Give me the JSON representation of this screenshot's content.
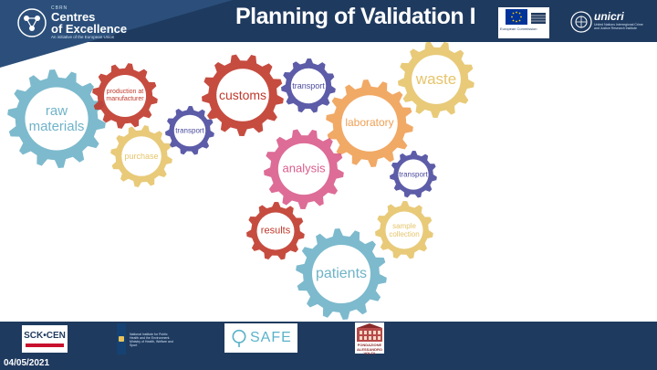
{
  "slide": {
    "title": "Planning of Validation I",
    "date": "04/05/2021"
  },
  "header": {
    "coe_logo": {
      "small_text": "CBRN",
      "line1": "Centres",
      "line2": "of Excellence",
      "tagline": "An initiative of the European Union"
    },
    "eu_logo": {
      "text": "European Commission"
    },
    "unicri_logo": {
      "name": "unicri",
      "subtitle": "United Nations Interregional Crime and Justice Research Institute"
    }
  },
  "gears": [
    {
      "id": "raw-materials",
      "label": "raw\nmaterials",
      "color": "#6fb3c8"
    },
    {
      "id": "production-at-manufacturer",
      "label": "production at\nmanufacturer",
      "color": "#c0392b"
    },
    {
      "id": "purchase",
      "label": "purchase",
      "color": "#e5c46a"
    },
    {
      "id": "transport-1",
      "label": "transport",
      "color": "#4a4a9e"
    },
    {
      "id": "customs",
      "label": "customs",
      "color": "#c0392b"
    },
    {
      "id": "transport-2",
      "label": "transport",
      "color": "#4a4a9e"
    },
    {
      "id": "laboratory",
      "label": "laboratory",
      "color": "#f0a055"
    },
    {
      "id": "waste",
      "label": "waste",
      "color": "#e5c46a"
    },
    {
      "id": "analysis",
      "label": "analysis",
      "color": "#d95c8c"
    },
    {
      "id": "transport-3",
      "label": "transport",
      "color": "#4a4a9e"
    },
    {
      "id": "results",
      "label": "results",
      "color": "#c0392b"
    },
    {
      "id": "sample-collection",
      "label": "sample\ncollection",
      "color": "#e5c46a"
    },
    {
      "id": "patients",
      "label": "patients",
      "color": "#6fb3c8"
    }
  ],
  "footer": {
    "partners": [
      {
        "name": "SCK CEN",
        "text": "SCK•CEN"
      },
      {
        "name": "RIVM",
        "text": "National Institute for Public Health and the Environment. Ministry of Health, Welfare and Sport"
      },
      {
        "name": "SAFE",
        "text": "SAFE"
      },
      {
        "name": "Volta",
        "text": "FONDAZIONE ALESSANDRO VOLTA"
      }
    ]
  },
  "colors": {
    "header_bg": "#1f3a5f",
    "footer_bg": "#1f3a5f"
  }
}
